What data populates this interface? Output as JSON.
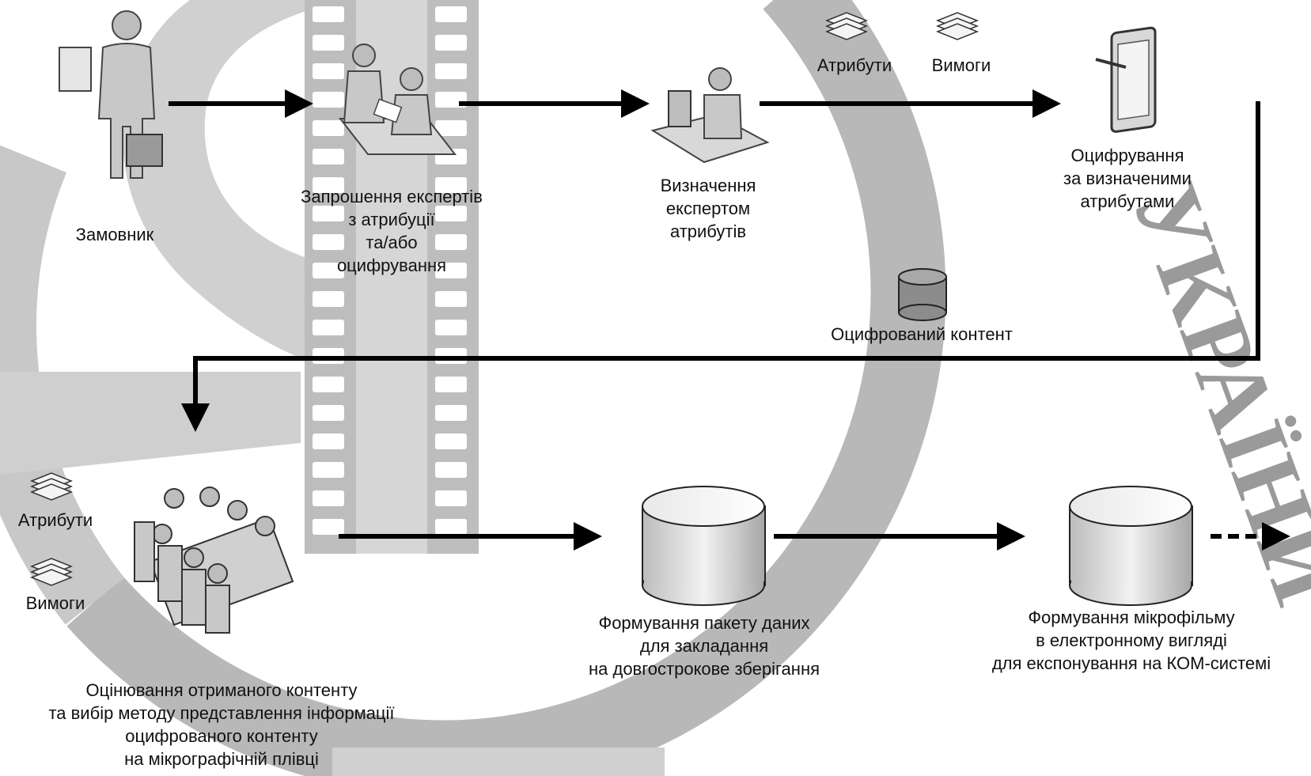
{
  "nodes": {
    "customer": {
      "label": "Замовник"
    },
    "invite_experts": {
      "label": "Запрошення експертів\nз атрибуції\nта/або\nоцифрування"
    },
    "define_attributes": {
      "label": "Визначення\nекспертом\nатрибутів"
    },
    "digitizing": {
      "label": "Оцифрування\nза визначеними\nатрибутами"
    },
    "digital_content": {
      "label": "Оцифрований контент"
    },
    "evaluation": {
      "label": "Оцінювання отриманого контенту\nта вибір методу представлення інформації\nоцифрованого контенту\nна мікрографічній плівці"
    },
    "data_package": {
      "label": "Формування пакету даних\nдля закладання\nна довгострокове зберігання"
    },
    "microfilm": {
      "label": "Формування мікрофільму\nв електронному вигляді\nдля експонування на КОМ-системі"
    }
  },
  "documents": {
    "top_attributes": "Атрибути",
    "top_requirements": "Вимоги",
    "left_attributes": "Атрибути",
    "left_requirements": "Вимоги"
  },
  "watermark": {
    "text": "УКРАЇНИ"
  },
  "icons": {
    "customer": "businessman-icon",
    "invite_experts": "meeting-handshake-icon",
    "define_attributes": "expert-workstation-icon",
    "digitizing": "tablet-stylus-icon",
    "digital_content": "database-icon",
    "evaluation": "conference-table-icon",
    "data_package": "database-icon",
    "microfilm": "database-icon",
    "documents": "document-stack-icon"
  }
}
